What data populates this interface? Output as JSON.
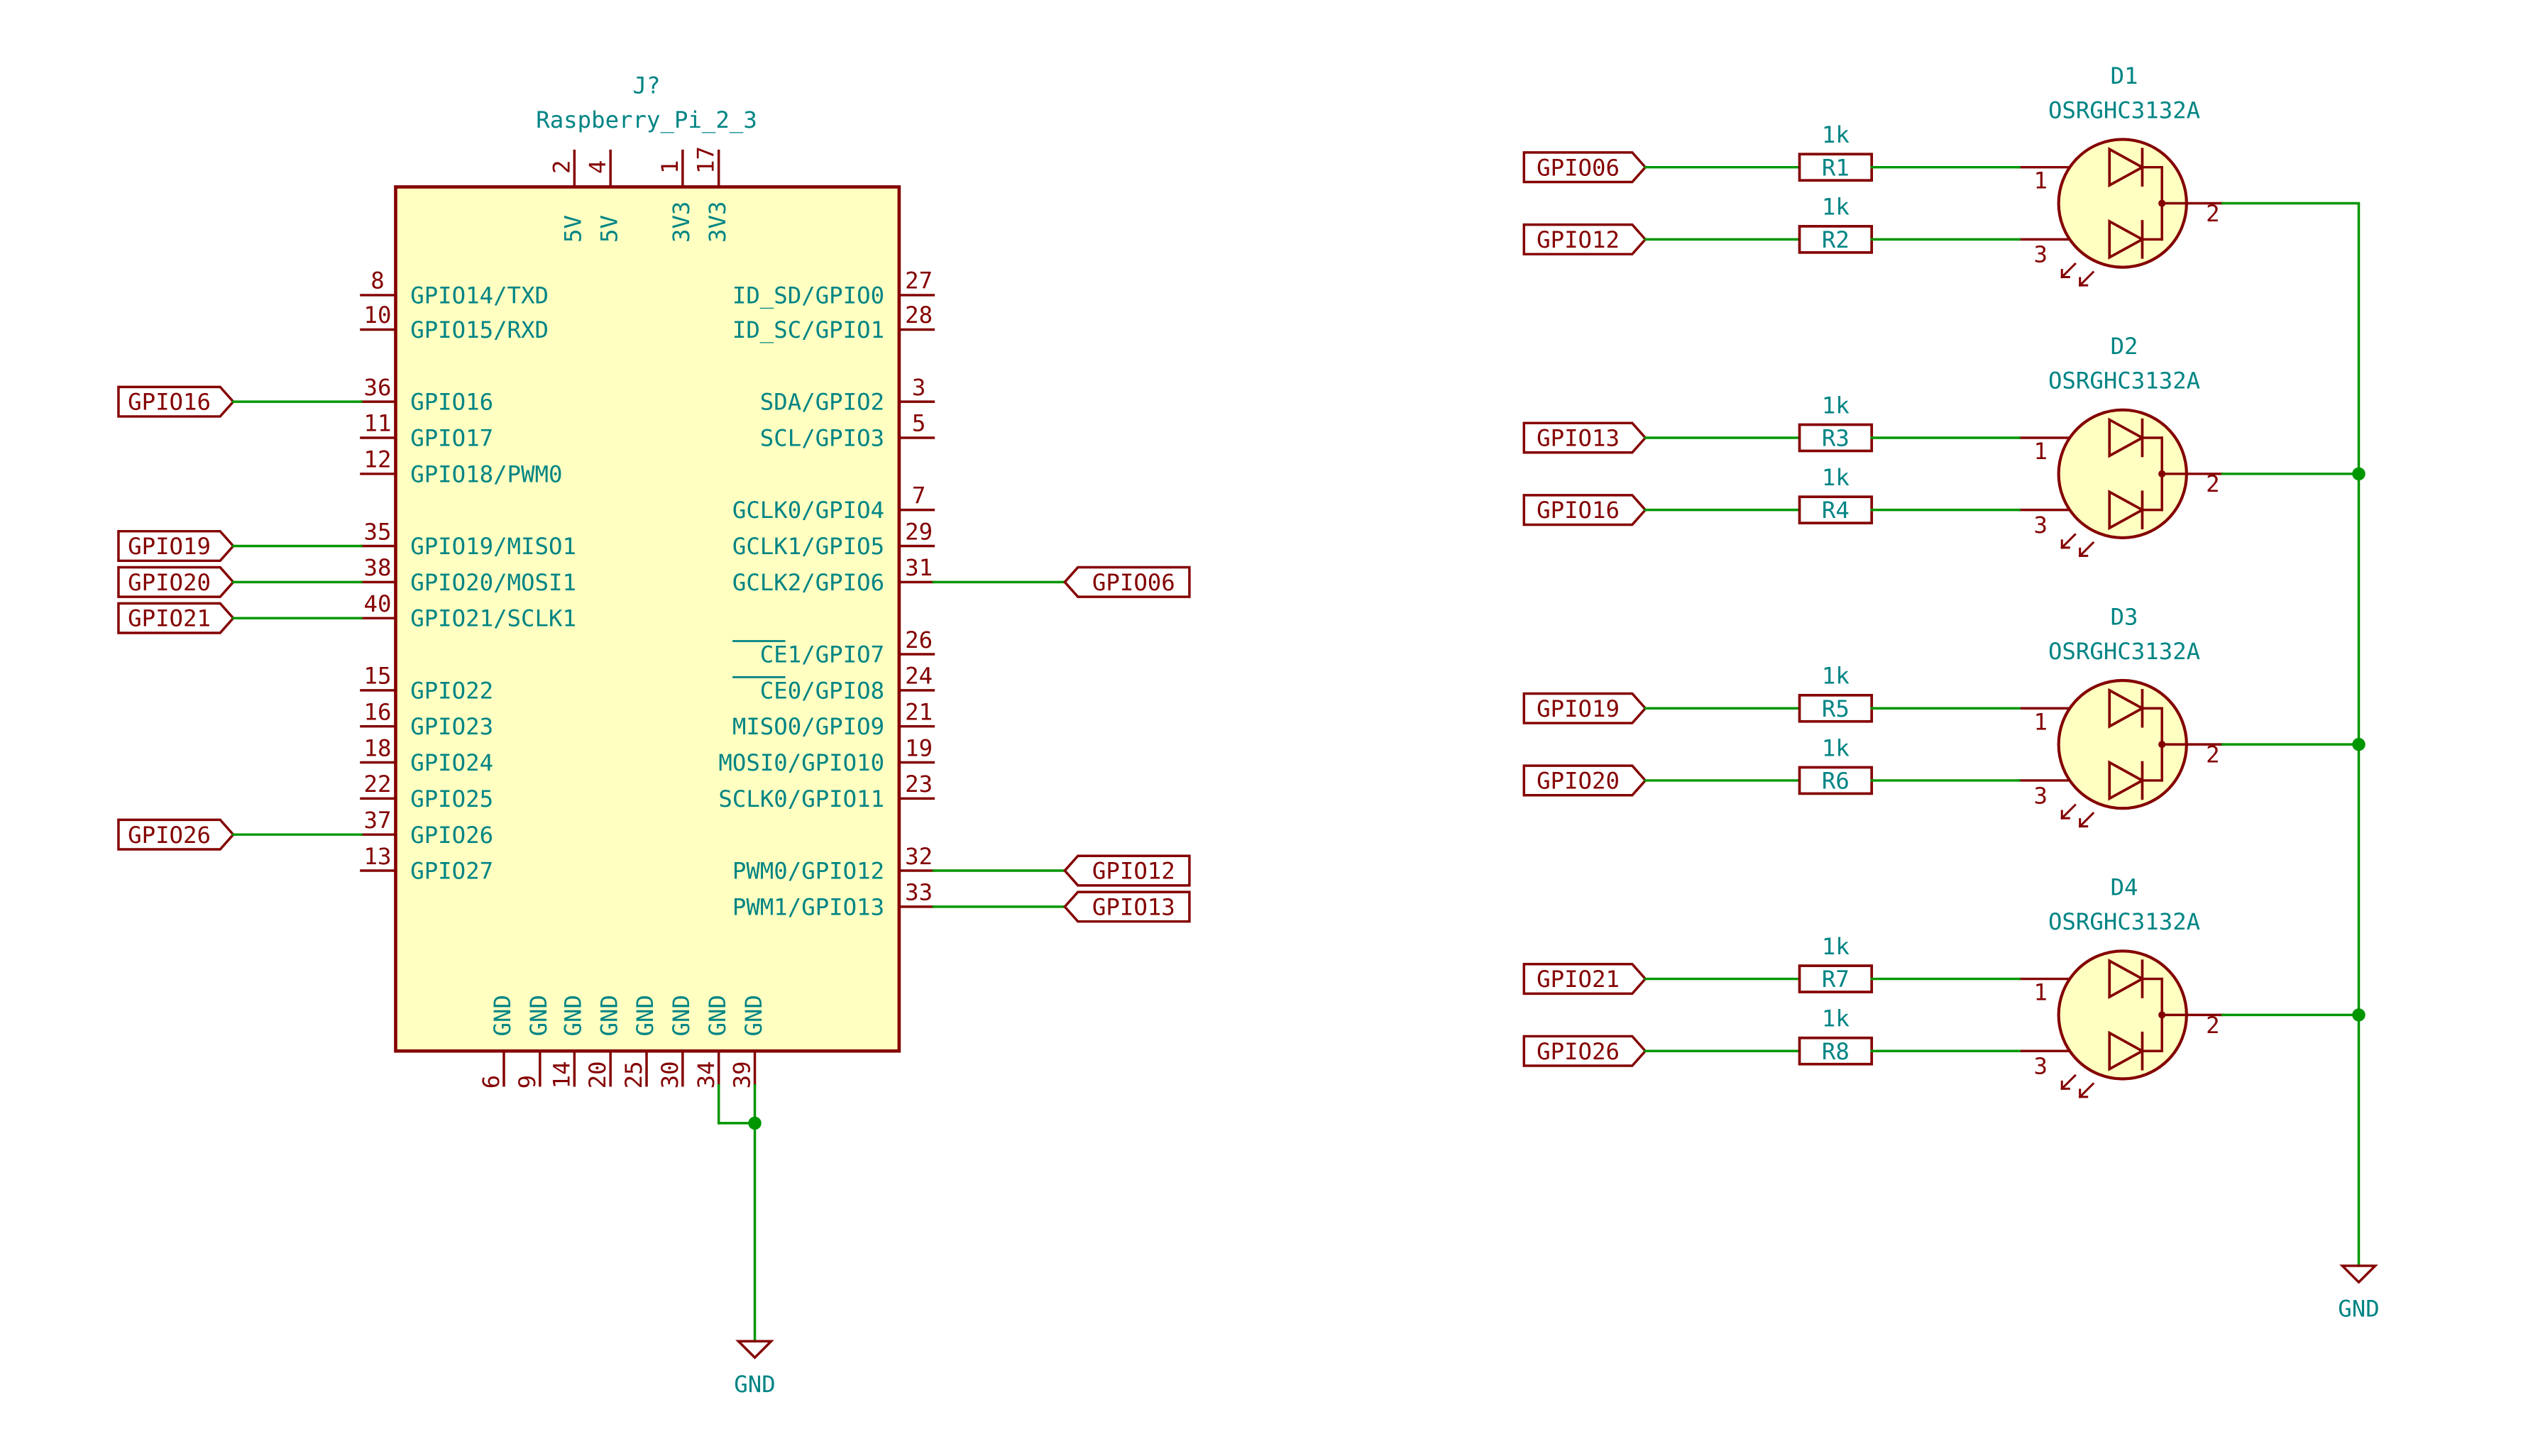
{
  "colors": {
    "body_fill": "#ffffc2",
    "symbol": "#840000",
    "wire": "#009600",
    "label_text": "#840000",
    "ref_text": "#008484",
    "junction": "#009600"
  },
  "pi": {
    "ref": "J?",
    "value": "Raspberry_Pi_2_3",
    "top_pins": [
      {
        "num": "2",
        "name": "5V"
      },
      {
        "num": "4",
        "name": "5V"
      },
      {
        "num": "1",
        "name": "3V3"
      },
      {
        "num": "17",
        "name": "3V3"
      }
    ],
    "left_pins": [
      {
        "num": "8",
        "name": "GPIO14/TXD"
      },
      {
        "num": "10",
        "name": "GPIO15/RXD"
      },
      {
        "num": "36",
        "name": "GPIO16"
      },
      {
        "num": "11",
        "name": "GPIO17"
      },
      {
        "num": "12",
        "name": "GPIO18/PWM0"
      },
      {
        "num": "35",
        "name": "GPIO19/MISO1"
      },
      {
        "num": "38",
        "name": "GPIO20/MOSI1"
      },
      {
        "num": "40",
        "name": "GPIO21/SCLK1"
      },
      {
        "num": "15",
        "name": "GPIO22"
      },
      {
        "num": "16",
        "name": "GPIO23"
      },
      {
        "num": "18",
        "name": "GPIO24"
      },
      {
        "num": "22",
        "name": "GPIO25"
      },
      {
        "num": "37",
        "name": "GPIO26"
      },
      {
        "num": "13",
        "name": "GPIO27"
      }
    ],
    "right_pins": [
      {
        "num": "27",
        "name": "ID_SD/GPIO0"
      },
      {
        "num": "28",
        "name": "ID_SC/GPIO1"
      },
      {
        "num": "3",
        "name": "SDA/GPIO2"
      },
      {
        "num": "5",
        "name": "SCL/GPIO3"
      },
      {
        "num": "7",
        "name": "GCLK0/GPIO4"
      },
      {
        "num": "29",
        "name": "GCLK1/GPIO5"
      },
      {
        "num": "31",
        "name": "GCLK2/GPIO6"
      },
      {
        "num": "26",
        "name": "CE1/GPIO7"
      },
      {
        "num": "24",
        "name": "CE0/GPIO8"
      },
      {
        "num": "21",
        "name": "MISO0/GPIO9"
      },
      {
        "num": "19",
        "name": "MOSI0/GPIO10"
      },
      {
        "num": "23",
        "name": "SCLK0/GPIO11"
      },
      {
        "num": "32",
        "name": "PWM0/GPIO12"
      },
      {
        "num": "33",
        "name": "PWM1/GPIO13"
      }
    ],
    "bottom_pins": [
      {
        "num": "6",
        "name": "GND"
      },
      {
        "num": "9",
        "name": "GND"
      },
      {
        "num": "14",
        "name": "GND"
      },
      {
        "num": "20",
        "name": "GND"
      },
      {
        "num": "25",
        "name": "GND"
      },
      {
        "num": "30",
        "name": "GND"
      },
      {
        "num": "34",
        "name": "GND"
      },
      {
        "num": "39",
        "name": "GND"
      }
    ],
    "left_labels": [
      "GPIO16",
      "GPIO19",
      "GPIO20",
      "GPIO21",
      "GPIO26"
    ],
    "right_labels": [
      "GPIO06",
      "GPIO12",
      "GPIO13"
    ],
    "gnd_label": "GND"
  },
  "led_section": {
    "gnd_label": "GND",
    "leds": [
      {
        "ref": "D1",
        "value": "OSRGHC3132A",
        "pin1": "1",
        "pin2": "2",
        "pin3": "3",
        "r_top": {
          "ref": "R1",
          "value": "1k",
          "net": "GPIO06"
        },
        "r_bot": {
          "ref": "R2",
          "value": "1k",
          "net": "GPIO12"
        }
      },
      {
        "ref": "D2",
        "value": "OSRGHC3132A",
        "pin1": "1",
        "pin2": "2",
        "pin3": "3",
        "r_top": {
          "ref": "R3",
          "value": "1k",
          "net": "GPIO13"
        },
        "r_bot": {
          "ref": "R4",
          "value": "1k",
          "net": "GPIO16"
        }
      },
      {
        "ref": "D3",
        "value": "OSRGHC3132A",
        "pin1": "1",
        "pin2": "2",
        "pin3": "3",
        "r_top": {
          "ref": "R5",
          "value": "1k",
          "net": "GPIO19"
        },
        "r_bot": {
          "ref": "R6",
          "value": "1k",
          "net": "GPIO20"
        }
      },
      {
        "ref": "D4",
        "value": "OSRGHC3132A",
        "pin1": "1",
        "pin2": "2",
        "pin3": "3",
        "r_top": {
          "ref": "R7",
          "value": "1k",
          "net": "GPIO21"
        },
        "r_bot": {
          "ref": "R8",
          "value": "1k",
          "net": "GPIO26"
        }
      }
    ]
  }
}
